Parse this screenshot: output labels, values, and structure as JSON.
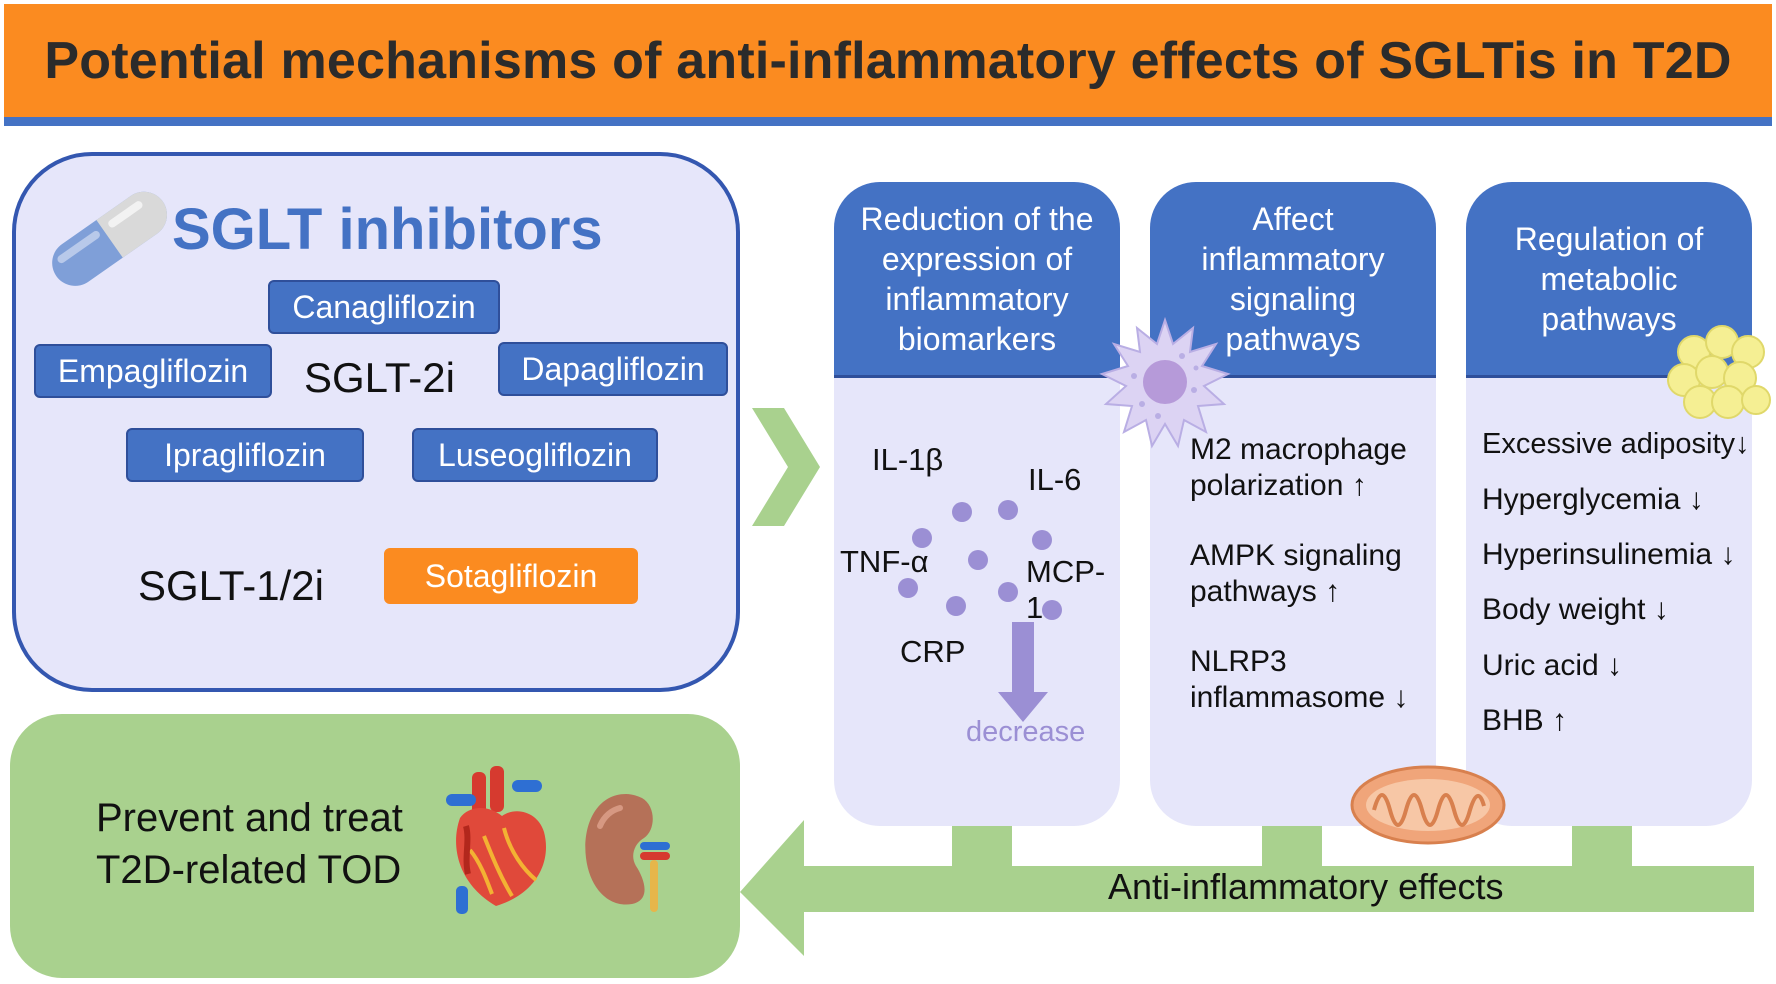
{
  "title": "Potential mechanisms of anti-inflammatory effects of SGLTis in T2D",
  "inhibitors": {
    "heading": "SGLT inhibitors",
    "sglt2_label": "SGLT-2i",
    "sglt12_label": "SGLT-1/2i",
    "drugs": {
      "canagliflozin": "Canagliflozin",
      "empagliflozin": "Empagliflozin",
      "dapagliflozin": "Dapagliflozin",
      "ipragliflozin": "Ipragliflozin",
      "luseogliflozin": "Luseogliflozin",
      "sotagliflozin": "Sotagliflozin"
    }
  },
  "mechanisms": [
    {
      "header": [
        "Reduction of the",
        "expression of",
        "inflammatory",
        "biomarkers"
      ],
      "biomarkers": {
        "il1b": "IL-1β",
        "il6": "IL-6",
        "tnfa": "TNF-α",
        "mcp1": "MCP-1",
        "crp": "CRP"
      },
      "decrease": "decrease"
    },
    {
      "header": [
        "Affect",
        "inflammatory",
        "signaling",
        "pathways"
      ],
      "items": [
        {
          "lines": [
            "M2 macrophage",
            "polarization"
          ],
          "arrow": "↑"
        },
        {
          "lines": [
            "AMPK signaling",
            "pathways"
          ],
          "arrow": "↑"
        },
        {
          "lines": [
            "NLRP3",
            "inflammasome"
          ],
          "arrow": "↓"
        }
      ]
    },
    {
      "header": [
        "Regulation of",
        "metabolic",
        "pathways"
      ],
      "items": [
        {
          "label": "Excessive adiposity",
          "arrow": "↓"
        },
        {
          "label": "Hyperglycemia",
          "arrow": "↓"
        },
        {
          "label": "Hyperinsulinemia",
          "arrow": "↓"
        },
        {
          "label": "Body weight",
          "arrow": "↓"
        },
        {
          "label": "Uric acid",
          "arrow": "↓"
        },
        {
          "label": "BHB",
          "arrow": "↑"
        }
      ]
    }
  ],
  "effects_label": "Anti-inflammatory effects",
  "outcome": {
    "line1": "Prevent and treat",
    "line2": "T2D-related TOD"
  },
  "colors": {
    "banner": "#fb8b20",
    "accent_blue": "#4472c4",
    "panel_lavender": "#e6e6fa",
    "green": "#a9d18e",
    "orange": "#fb8b20",
    "molecule": "#9b8fd4"
  }
}
